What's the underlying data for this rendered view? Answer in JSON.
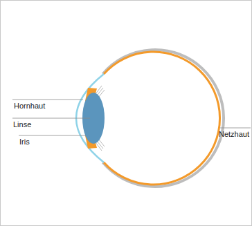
{
  "diagram": {
    "labels": [
      "Hornhaut",
      "Linse",
      "Iris",
      "Netzhaut"
    ]
  }
}
